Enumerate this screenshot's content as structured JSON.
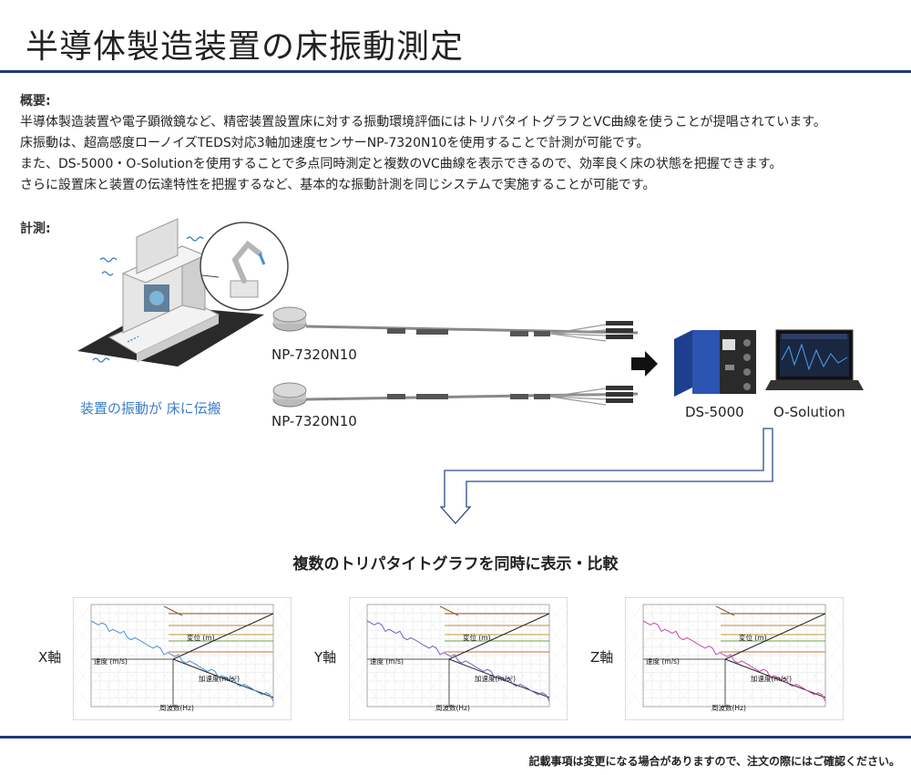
{
  "page": {
    "title": "半導体製造装置の床振動測定",
    "overview_heading": "概要:",
    "overview_lines": [
      "半導体製造装置や電子顕微鏡など、精密装置設置床に対する振動環境評価にはトリパタイトグラフとVC曲線を使うことが提唱されています。",
      "床振動は、超高感度ローノイズTEDS対応3軸加速度センサーNP-7320N10を使用することで計測が可能です。",
      "また、DS-5000・O-Solutionを使用することで多点同時測定と複数のVC曲線を表示できるので、効率良く床の状態を把握できます。",
      "さらに設置床と装置の伝達特性を把握するなど、基本的な振動計測を同じシステムで実施することが可能です。"
    ],
    "measure_heading": "計測:",
    "footnote": "記載事項は変更になる場合がありますので、注文の際にはご確認ください。"
  },
  "diagram": {
    "vibration_caption": "装置の振動が 床に伝搬",
    "sensor1_label": "NP-7320N10",
    "sensor2_label": "NP-7320N10",
    "ds_label": "DS-5000",
    "osol_label": "O-Solution",
    "compare_title": "複数のトリパタイトグラフを同時に表示・比較"
  },
  "charts": [
    {
      "axis": "X軸",
      "displacement": "変位 (m)",
      "velocity": "速度 (m/s)",
      "acceleration": "加速度(m/s²)",
      "frequency": "周波数(Hz)",
      "trace_color": "#4a90d9"
    },
    {
      "axis": "Y軸",
      "displacement": "変位 (m)",
      "velocity": "速度 (m/s)",
      "acceleration": "加速度(m/s²)",
      "frequency": "周波数(Hz)",
      "trace_color": "#7b5cc9"
    },
    {
      "axis": "Z軸",
      "displacement": "変位 (m)",
      "velocity": "速度 (m/s)",
      "acceleration": "加速度(m/s²)",
      "frequency": "周波数(Hz)",
      "trace_color": "#c94ab0"
    }
  ],
  "colors": {
    "accent": "#1f3a7a",
    "caption_blue": "#3a7cc9",
    "arrow_blue": "#2b4a8f"
  }
}
